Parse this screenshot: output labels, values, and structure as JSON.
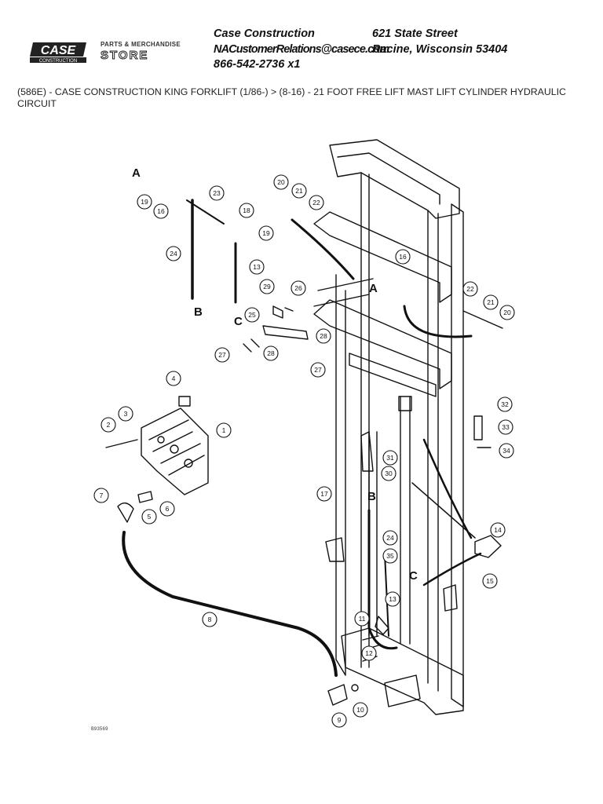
{
  "header": {
    "logo": {
      "brand": "CASE",
      "subbrand": "CONSTRUCTION",
      "store_line1": "PARTS & MERCHANDISE",
      "store_line2": "STORE"
    },
    "company": "Case Construction",
    "email": "NACustomerRelations@casece.com",
    "phone": "866-542-2736 x1",
    "street": "621 State Street",
    "city": "Racine, Wisconsin 53404"
  },
  "title": "(586E) - CASE CONSTRUCTION KING FORKLIFT (1/86-) > (8-16) - 21 FOOT FREE LIFT MAST LIFT CYLINDER HYDRAULIC CIRCUIT",
  "diagram": {
    "callouts": [
      "1",
      "2",
      "3",
      "4",
      "5",
      "6",
      "7",
      "8",
      "9",
      "10",
      "11",
      "12",
      "13",
      "14",
      "15",
      "16",
      "17",
      "18",
      "19",
      "20",
      "21",
      "22",
      "23",
      "24",
      "25",
      "26",
      "27",
      "28",
      "29",
      "30",
      "31",
      "32",
      "33",
      "34",
      "35"
    ],
    "letters": [
      "A",
      "B",
      "C"
    ],
    "figure_id": "B93569"
  }
}
